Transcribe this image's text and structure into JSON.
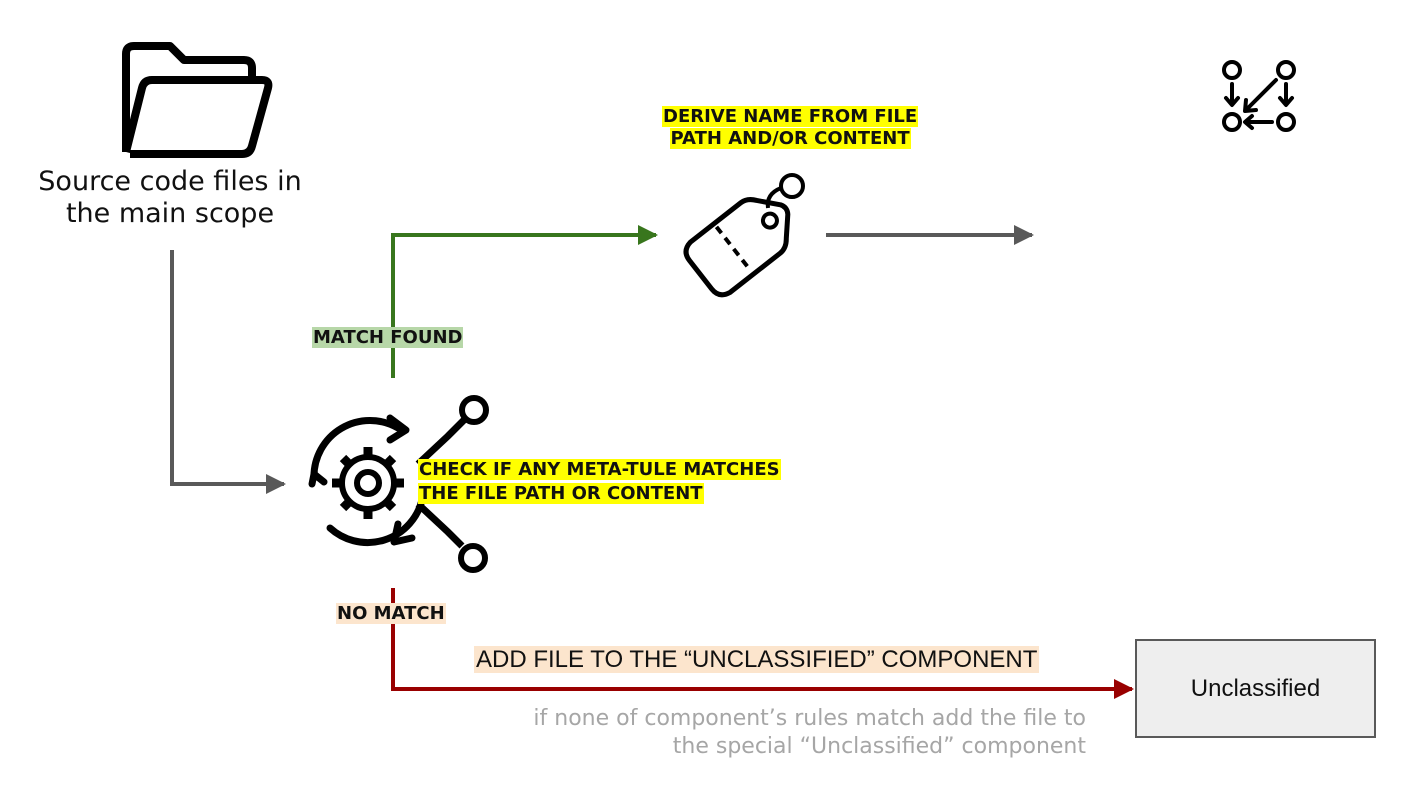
{
  "source": {
    "label_line1": "Source code files in",
    "label_line2": "the main scope",
    "icon": "folder-icon"
  },
  "derive": {
    "line1": "DERIVE NAME FROM FILE",
    "line2": "PATH AND/OR CONTENT",
    "icon": "tag-icon"
  },
  "check": {
    "line1": "CHECK IF ANY META-TULE MATCHES",
    "line2": "THE FILE PATH OR CONTENT",
    "icon": "gear-process-icon"
  },
  "match_found": {
    "label": "MATCH  FOUND",
    "color": "#38761d"
  },
  "no_match": {
    "label": "NO MATCH",
    "color": "#990000"
  },
  "add_file": {
    "label": "ADD FILE TO THE “UNCLASSIFIED” COMPONENT"
  },
  "note": {
    "line1": "if none of component’s rules match add the file to",
    "line2": "the special “Unclassified” component"
  },
  "unclassified": {
    "label": "Unclassified"
  },
  "corner_icon": "workflow-nodes-icon",
  "colors": {
    "neutral_arrow": "#595959",
    "highlight_yellow": "#ffff00",
    "highlight_green": "#b7d7a8",
    "highlight_peach": "#fce5cd"
  }
}
